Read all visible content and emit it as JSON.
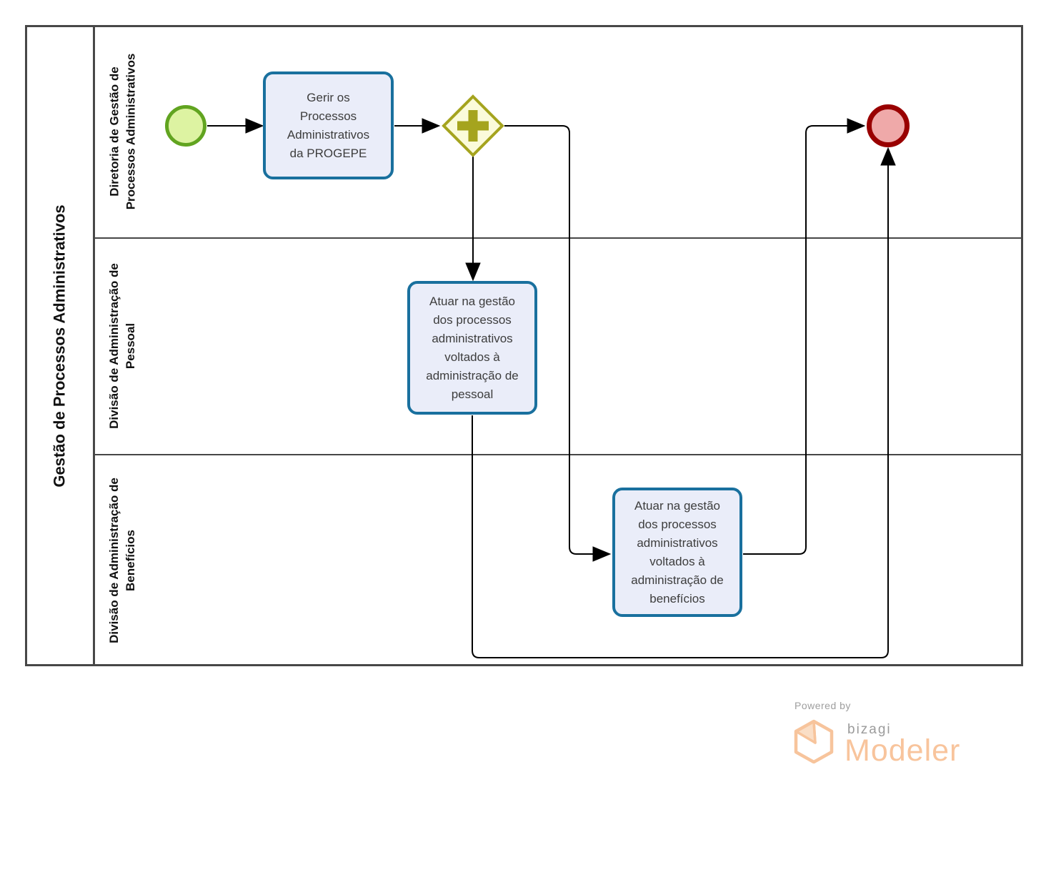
{
  "pool": {
    "title": "Gestão de Processos Administrativos",
    "lanes": [
      {
        "label_line1": "Diretoria de Gestão de",
        "label_line2": "Processos Administrativos"
      },
      {
        "label_line1": "Divisão de Administração de",
        "label_line2": "Pessoal"
      },
      {
        "label_line1": "Divisão de Administração de",
        "label_line2": "Benefícios"
      }
    ]
  },
  "nodes": {
    "start_event": {
      "type": "start-event",
      "border_color": "#61a420",
      "fill_color": "#ddf3a2"
    },
    "task_gerir": {
      "label": "Gerir os Processos Administrativos da PROGEPE"
    },
    "gateway_parallel": {
      "type": "parallel-gateway",
      "border_color": "#a5a41e",
      "fill_color": "#fbfbda"
    },
    "task_pessoal": {
      "label": "Atuar na gestão dos processos administrativos voltados à administração de pessoal"
    },
    "task_beneficios": {
      "label": "Atuar na gestão dos processos administrativos voltados à administração de benefícios"
    },
    "end_event": {
      "type": "end-event",
      "border_color": "#990000",
      "fill_color": "#efa9a9"
    }
  },
  "style": {
    "task_border_color": "#19709e",
    "task_fill_color": "#eaedf9",
    "connector_color": "#000000",
    "pool_border_color": "#474747"
  },
  "footer": {
    "powered_by": "Powered by",
    "brand": "bizagi",
    "product": "Modeler",
    "brand_color": "#f8c49c"
  }
}
